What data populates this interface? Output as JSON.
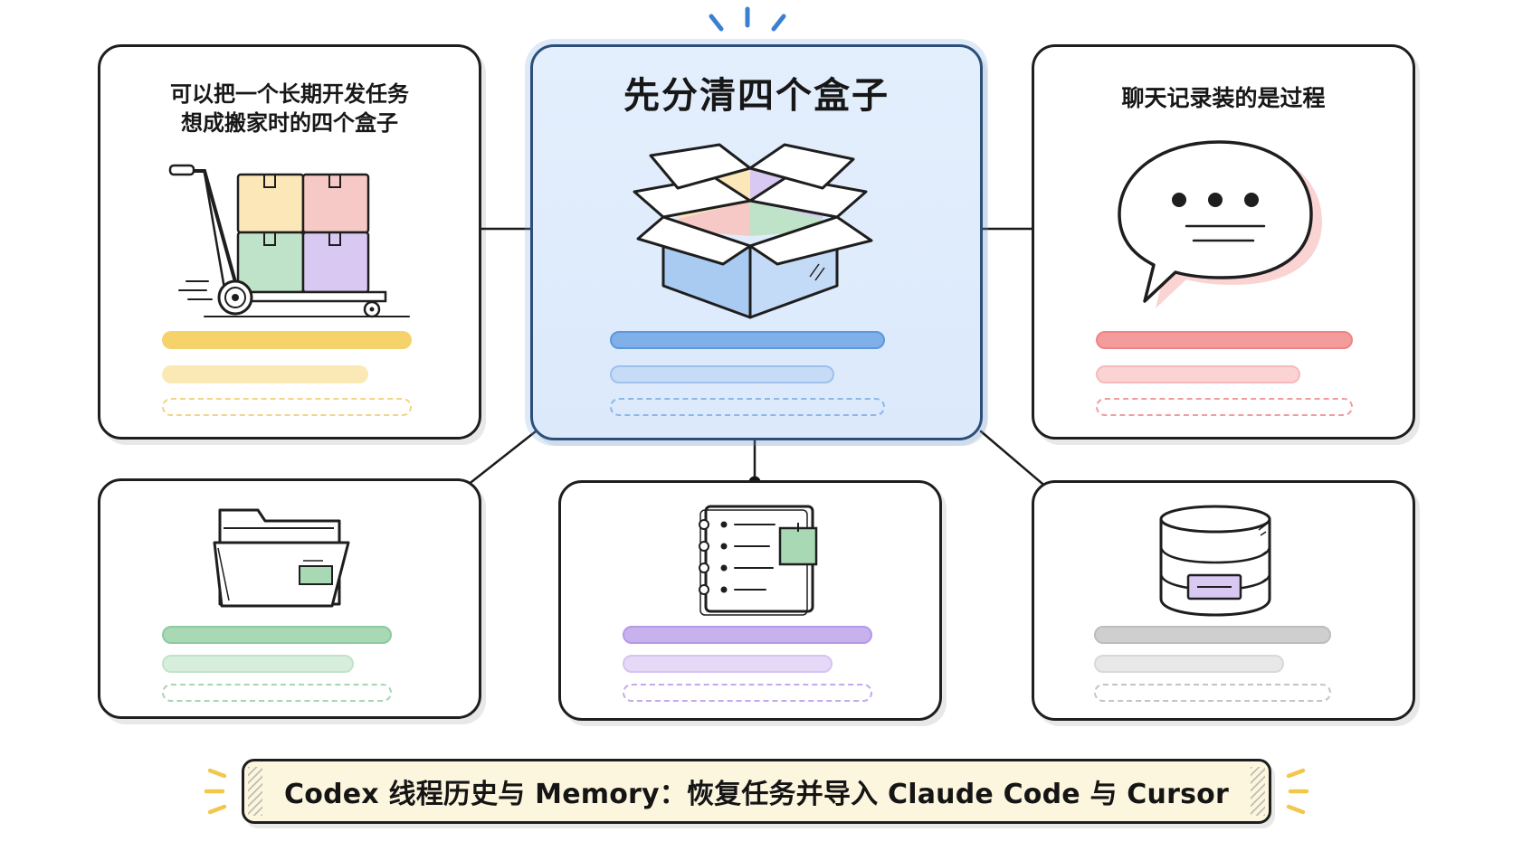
{
  "top_left": {
    "title_line1": "可以把一个长期开发任务",
    "title_line2": "想成搬家时的四个盒子",
    "illustration": "hand-truck-with-boxes-icon"
  },
  "center": {
    "title": "先分清四个盒子",
    "illustration": "open-box-icon"
  },
  "top_right": {
    "title": "聊天记录装的是过程",
    "illustration": "speech-bubble-icon"
  },
  "bottom_left": {
    "illustration": "folder-icon"
  },
  "bottom_middle": {
    "illustration": "notebook-icon"
  },
  "bottom_right": {
    "illustration": "database-icon"
  },
  "footer": {
    "text": "Codex 线程历史与 Memory：恢复任务并导入 Claude Code 与 Cursor"
  },
  "colors": {
    "yellow": "#f6d26b",
    "yellow_light": "#fbe9b5",
    "blue": "#7fb0ea",
    "blue_light": "#c6dcf6",
    "red": "#f49b9b",
    "red_light": "#fbd3d3",
    "green": "#a9d8b5",
    "green_light": "#d7eedd",
    "purple": "#c7b2ee",
    "purple_light": "#e4d9f7",
    "gray": "#cfcfcf",
    "gray_light": "#e8e8e8",
    "footer_bg": "#fdf6df",
    "center_bg": "#e1edfc"
  }
}
